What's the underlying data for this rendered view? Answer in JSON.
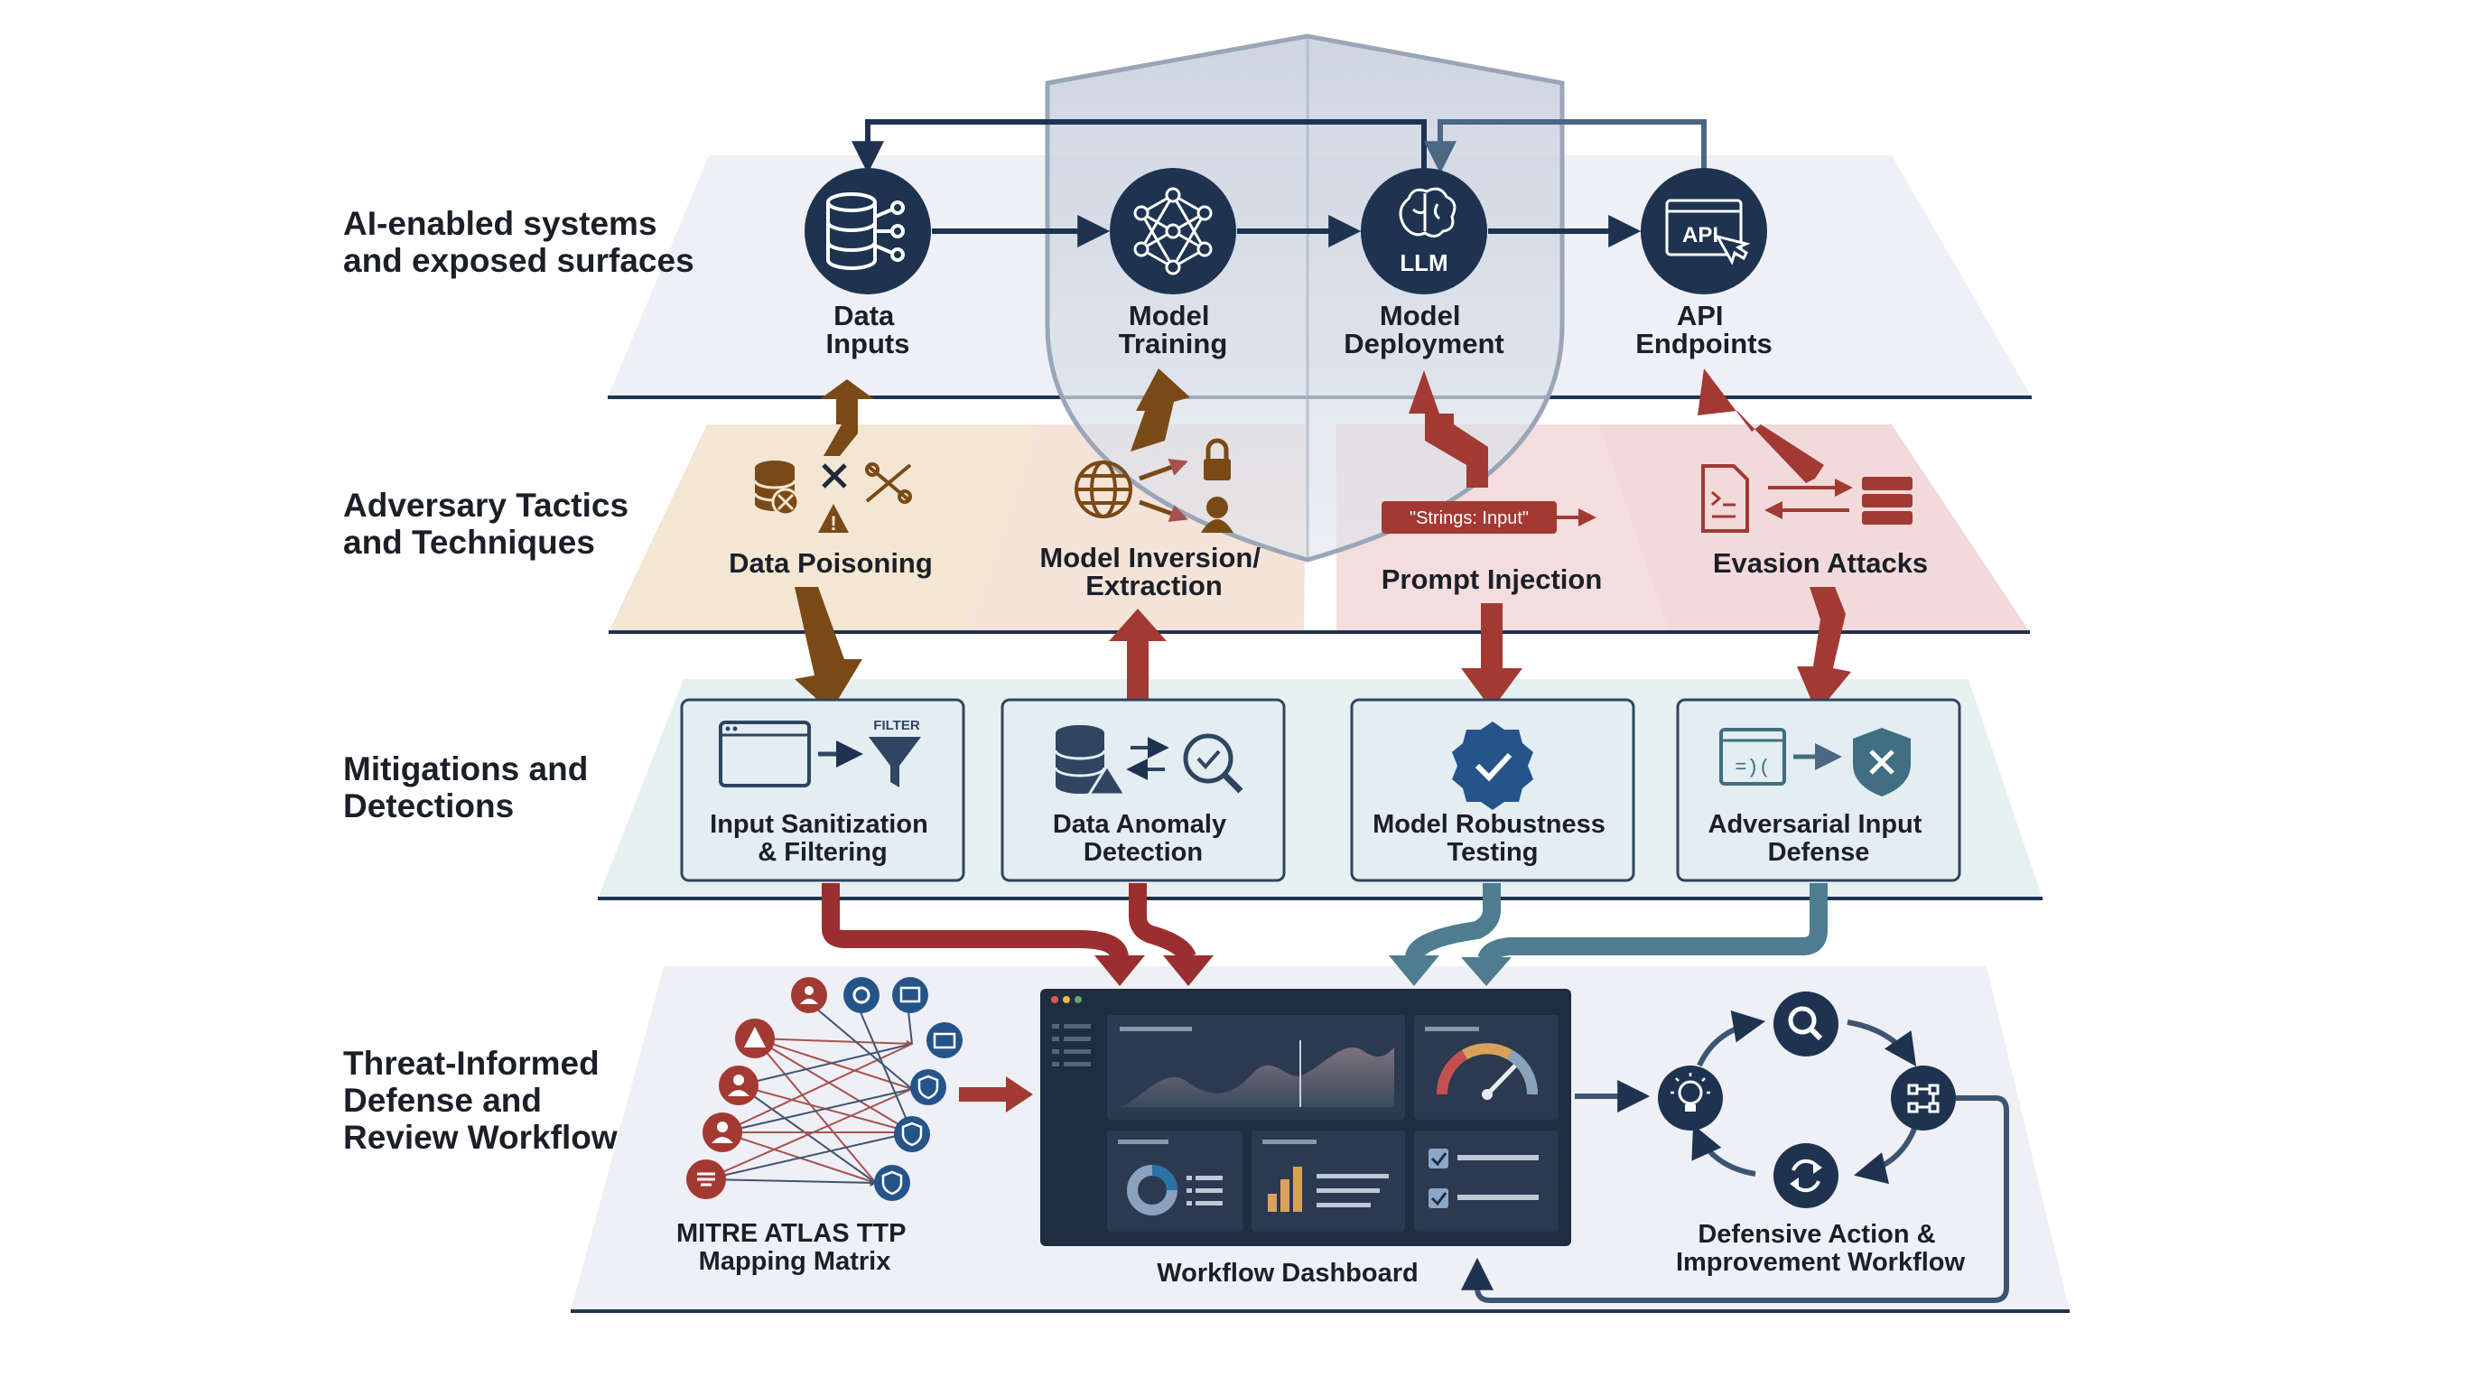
{
  "layers": [
    {
      "id": "systems",
      "label_lines": [
        "AI-enabled systems",
        "and exposed surfaces"
      ]
    },
    {
      "id": "tactics",
      "label_lines": [
        "Adversary Tactics",
        "and Techniques"
      ]
    },
    {
      "id": "mitigations",
      "label_lines": [
        "Mitigations and",
        "Detections"
      ]
    },
    {
      "id": "workflow",
      "label_lines": [
        "Threat-Informed",
        "Defense and",
        "Review Workflow"
      ]
    }
  ],
  "systems": [
    {
      "id": "data",
      "label_lines": [
        "Data",
        "Inputs"
      ],
      "icon": "database-network-icon"
    },
    {
      "id": "training",
      "label_lines": [
        "Model",
        "Training"
      ],
      "icon": "neural-network-icon"
    },
    {
      "id": "deployment",
      "label_lines": [
        "Model",
        "Deployment"
      ],
      "icon": "brain-llm-icon",
      "icon_text": "LLM"
    },
    {
      "id": "api",
      "label_lines": [
        "API",
        "Endpoints"
      ],
      "icon": "api-window-icon",
      "icon_text": "API"
    }
  ],
  "tactics": [
    {
      "id": "poisoning",
      "label_lines": [
        "Data Poisoning"
      ],
      "icon": "poisoned-database-icon",
      "color": "#7a4a16"
    },
    {
      "id": "inversion",
      "label_lines": [
        "Model Inversion/",
        "Extraction"
      ],
      "icon": "globe-spy-lock-icon",
      "color": "#7a4a16"
    },
    {
      "id": "injection",
      "label_lines": [
        "Prompt Injection"
      ],
      "icon": "malicious-string-icon",
      "icon_text": "\"Strings: Input\"",
      "color": "#a23a33"
    },
    {
      "id": "evasion",
      "label_lines": [
        "Evasion Attacks"
      ],
      "icon": "document-exchange-icon",
      "color": "#a23a33"
    }
  ],
  "mitigations": [
    {
      "id": "sanitization",
      "label_lines": [
        "Input Sanitization",
        "& Filtering"
      ],
      "icon": "filter-icon",
      "icon_text": "FILTER"
    },
    {
      "id": "anomaly",
      "label_lines": [
        "Data Anomaly",
        "Detection"
      ],
      "icon": "database-search-icon"
    },
    {
      "id": "robustness",
      "label_lines": [
        "Model Robustness",
        "Testing"
      ],
      "icon": "verified-badge-icon"
    },
    {
      "id": "adversarial",
      "label_lines": [
        "Adversarial Input",
        "Defense"
      ],
      "icon": "code-shield-icon",
      "icon_text": "=)("
    }
  ],
  "workflow": {
    "matrix_label_lines": [
      "MITRE ATLAS TTP",
      "Mapping Matrix"
    ],
    "dashboard_label": "Workflow Dashboard",
    "cycle_label_lines": [
      "Defensive Action &",
      "Improvement Workflow"
    ]
  },
  "colors": {
    "navy": "#1e3350",
    "brown": "#7a4a16",
    "red": "#a23a33",
    "teal": "#4d7d8f",
    "slate": "#3e5572",
    "panel_bg": "#eef0f5",
    "dashboard_bg": "#1f2d40"
  }
}
